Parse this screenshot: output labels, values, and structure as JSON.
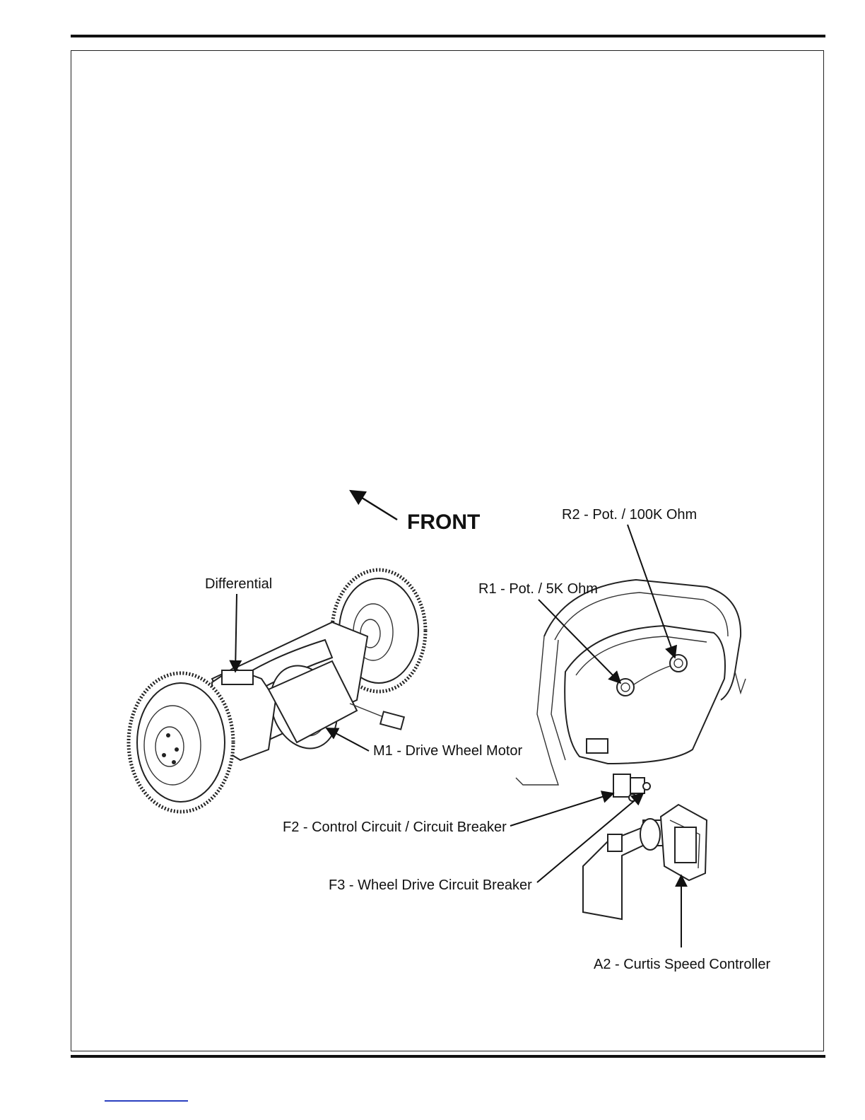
{
  "labels": {
    "front": "FRONT",
    "differential": "Differential",
    "m1": "M1 - Drive Wheel Motor",
    "r1": "R1 - Pot. / 5K Ohm",
    "r2": "R2 - Pot. / 100K Ohm",
    "f2": "F2 - Control Circuit / Circuit Breaker",
    "f3": "F3 - Wheel Drive Circuit Breaker",
    "a2": "A2 - Curtis Speed Controller"
  }
}
